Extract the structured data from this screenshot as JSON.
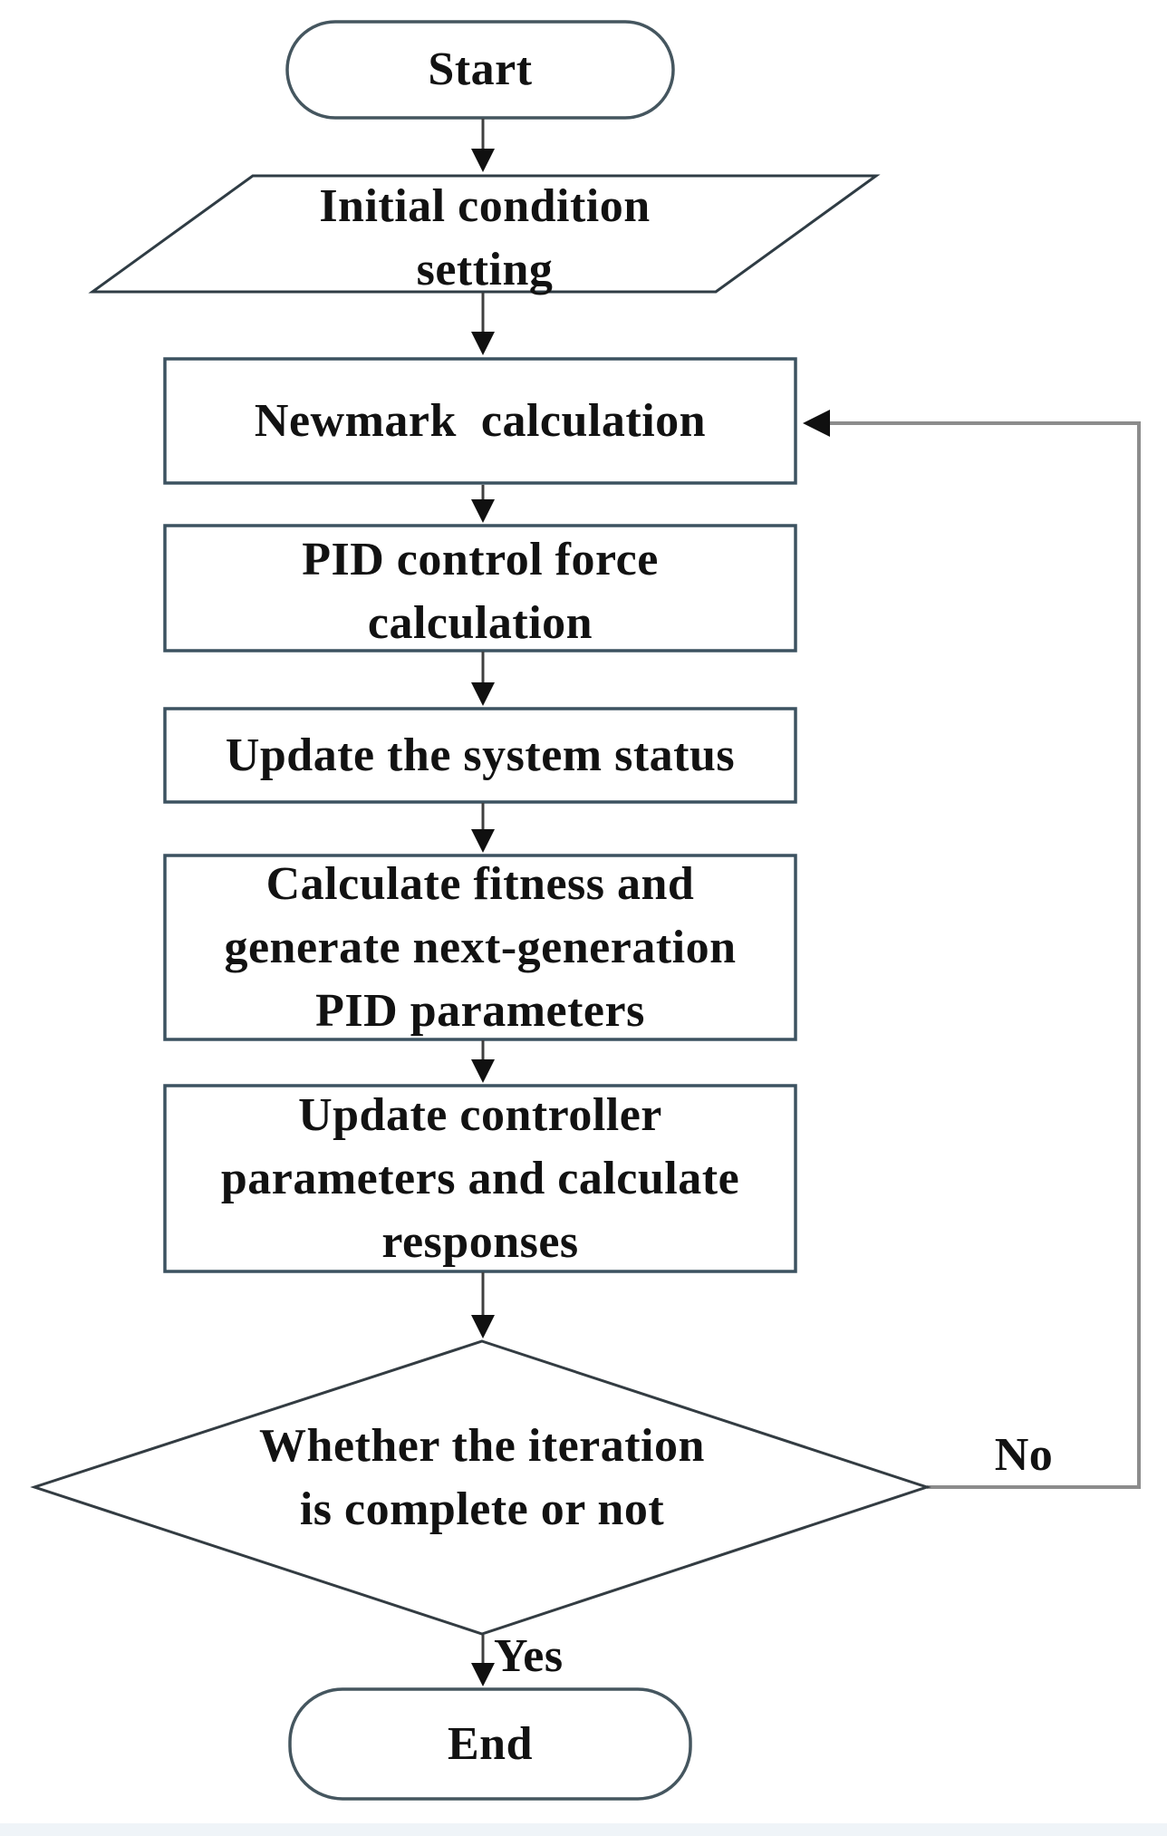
{
  "flowchart": {
    "nodes": [
      {
        "id": "start",
        "type": "terminator",
        "label": "Start"
      },
      {
        "id": "initial-condition",
        "type": "io",
        "label": "Initial condition\nsetting"
      },
      {
        "id": "newmark",
        "type": "process",
        "label": "Newmark  calculation"
      },
      {
        "id": "pid-force",
        "type": "process",
        "label": "PID control force\ncalculation"
      },
      {
        "id": "update-status",
        "type": "process",
        "label": "Update the system status"
      },
      {
        "id": "fitness",
        "type": "process",
        "label": "Calculate fitness and\ngenerate next-generation\nPID parameters"
      },
      {
        "id": "update-controller",
        "type": "process",
        "label": "Update controller\nparameters and calculate\nresponses"
      },
      {
        "id": "decision",
        "type": "decision",
        "label": "Whether the iteration\nis complete or not"
      },
      {
        "id": "end",
        "type": "terminator",
        "label": "End"
      }
    ],
    "edge_labels": {
      "no": "No",
      "yes": "Yes"
    },
    "colors": {
      "process_border": "#3c5260",
      "terminator_border": "#45565f",
      "io_border": "#2f3c44",
      "decision_border": "#333c42",
      "arrow_stem": "#3f3f3f",
      "arrow_head": "#101010",
      "loop_line": "#8c8c8c",
      "text": "#121212",
      "background": "#ffffff",
      "bottom_strip": "#eff4f8"
    }
  }
}
